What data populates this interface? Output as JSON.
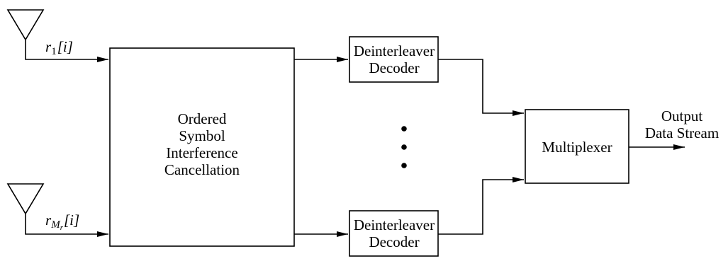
{
  "antennas": [
    {
      "label_main": "r",
      "label_sub": "1",
      "label_sub2": "",
      "label_index": "[i]"
    },
    {
      "label_main": "r",
      "label_sub": "M",
      "label_sub2": "r",
      "label_index": "[i]"
    }
  ],
  "osic_block": {
    "lines": [
      "Ordered",
      "Symbol",
      "Interference",
      "Cancellation"
    ]
  },
  "decoders": [
    {
      "lines": [
        "Deinterleaver",
        "Decoder"
      ]
    },
    {
      "lines": [
        "Deinterleaver",
        "Decoder"
      ]
    }
  ],
  "multiplexer": {
    "label": "Multiplexer"
  },
  "output": {
    "lines": [
      "Output",
      "Data Stream"
    ]
  }
}
